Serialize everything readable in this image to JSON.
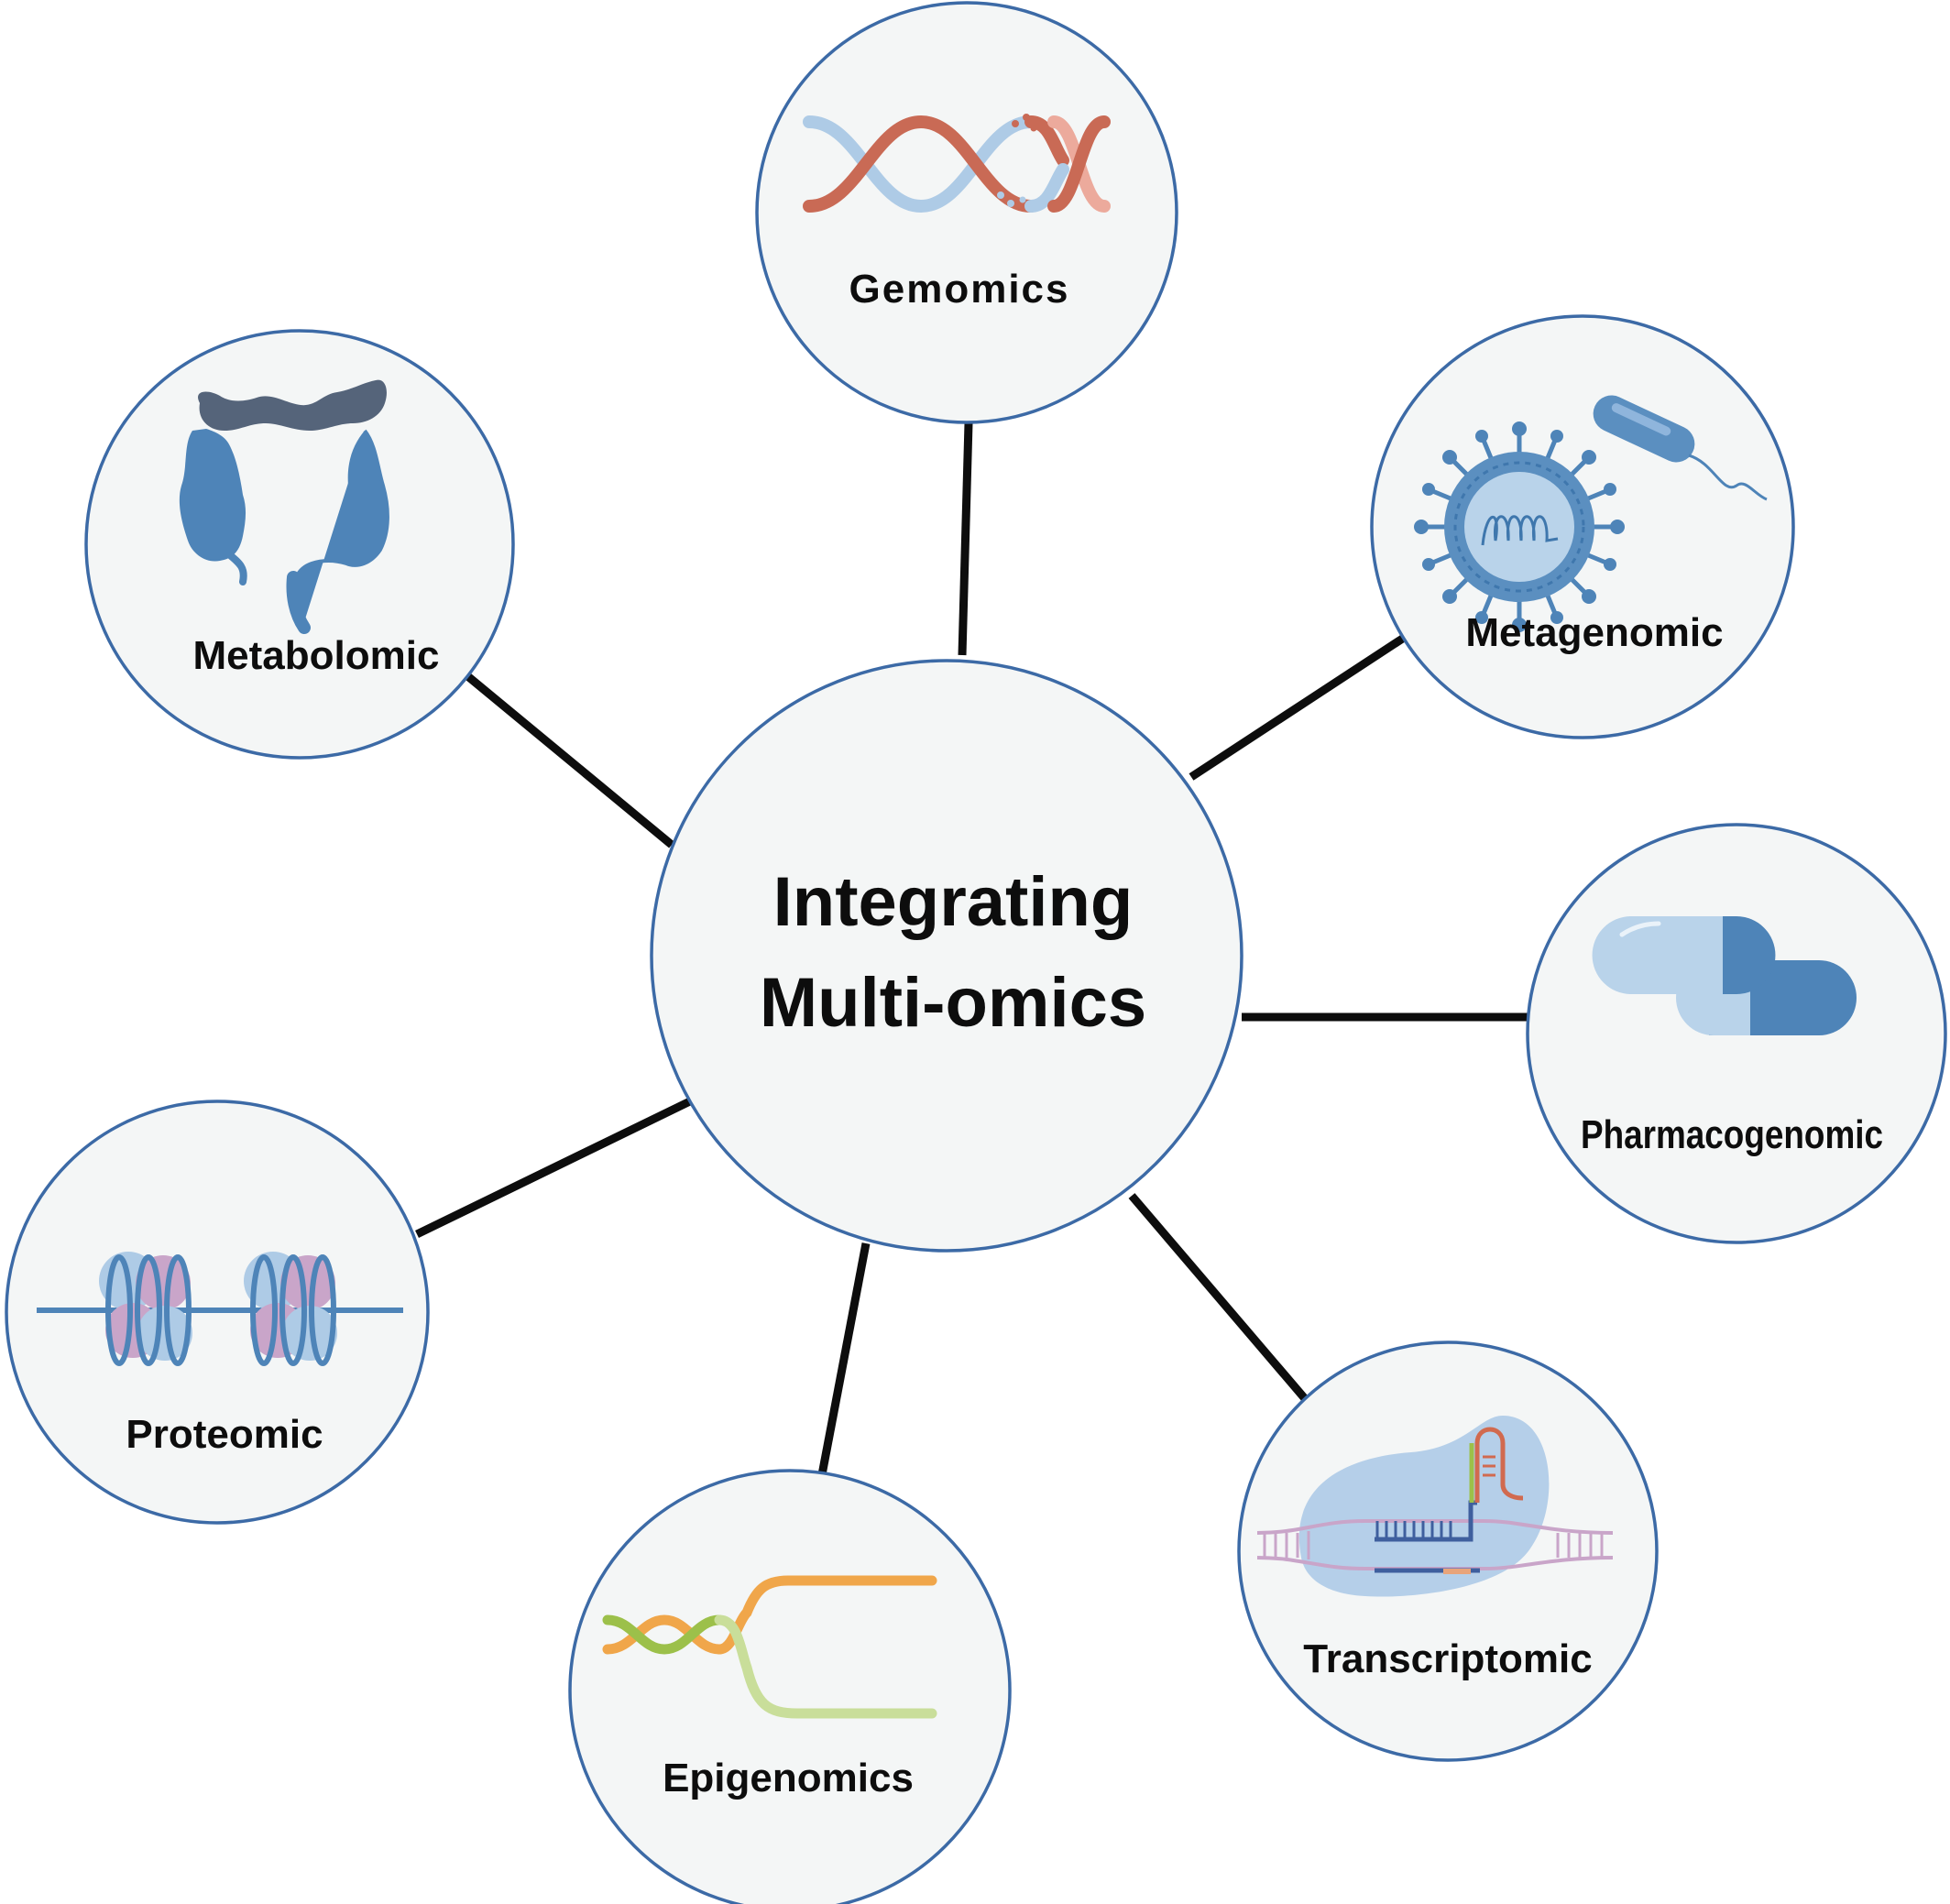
{
  "diagram": {
    "center": {
      "line1": "Integrating",
      "line2": "Multi-omics"
    },
    "nodes": [
      {
        "id": "gemomics",
        "label": "Gemomics",
        "icon": "dna-double-helix-icon"
      },
      {
        "id": "metagenomic",
        "label": "Metagenomic",
        "icon": "virus-and-bacterium-icon"
      },
      {
        "id": "pharmacogenomic",
        "label": "Pharmacogenomic",
        "icon": "capsule-pills-icon"
      },
      {
        "id": "transcriptomic",
        "label": "Transcriptomic",
        "icon": "rna-transcription-icon"
      },
      {
        "id": "epigenomics",
        "label": "Epigenomics",
        "icon": "unwinding-dna-icon"
      },
      {
        "id": "proteomic",
        "label": "Proteomic",
        "icon": "nucleosome-icon"
      },
      {
        "id": "metabolomic",
        "label": "Metabolomic",
        "icon": "intestine-icon"
      }
    ],
    "colors": {
      "node_fill": "#f4f6f6",
      "node_stroke": "#3c6aa6",
      "connector": "#0d0d0d",
      "icon_blue": "#4e84b8",
      "icon_light_blue": "#aecbe6",
      "icon_red": "#c96a55",
      "icon_pink": "#ecaa9c"
    }
  }
}
